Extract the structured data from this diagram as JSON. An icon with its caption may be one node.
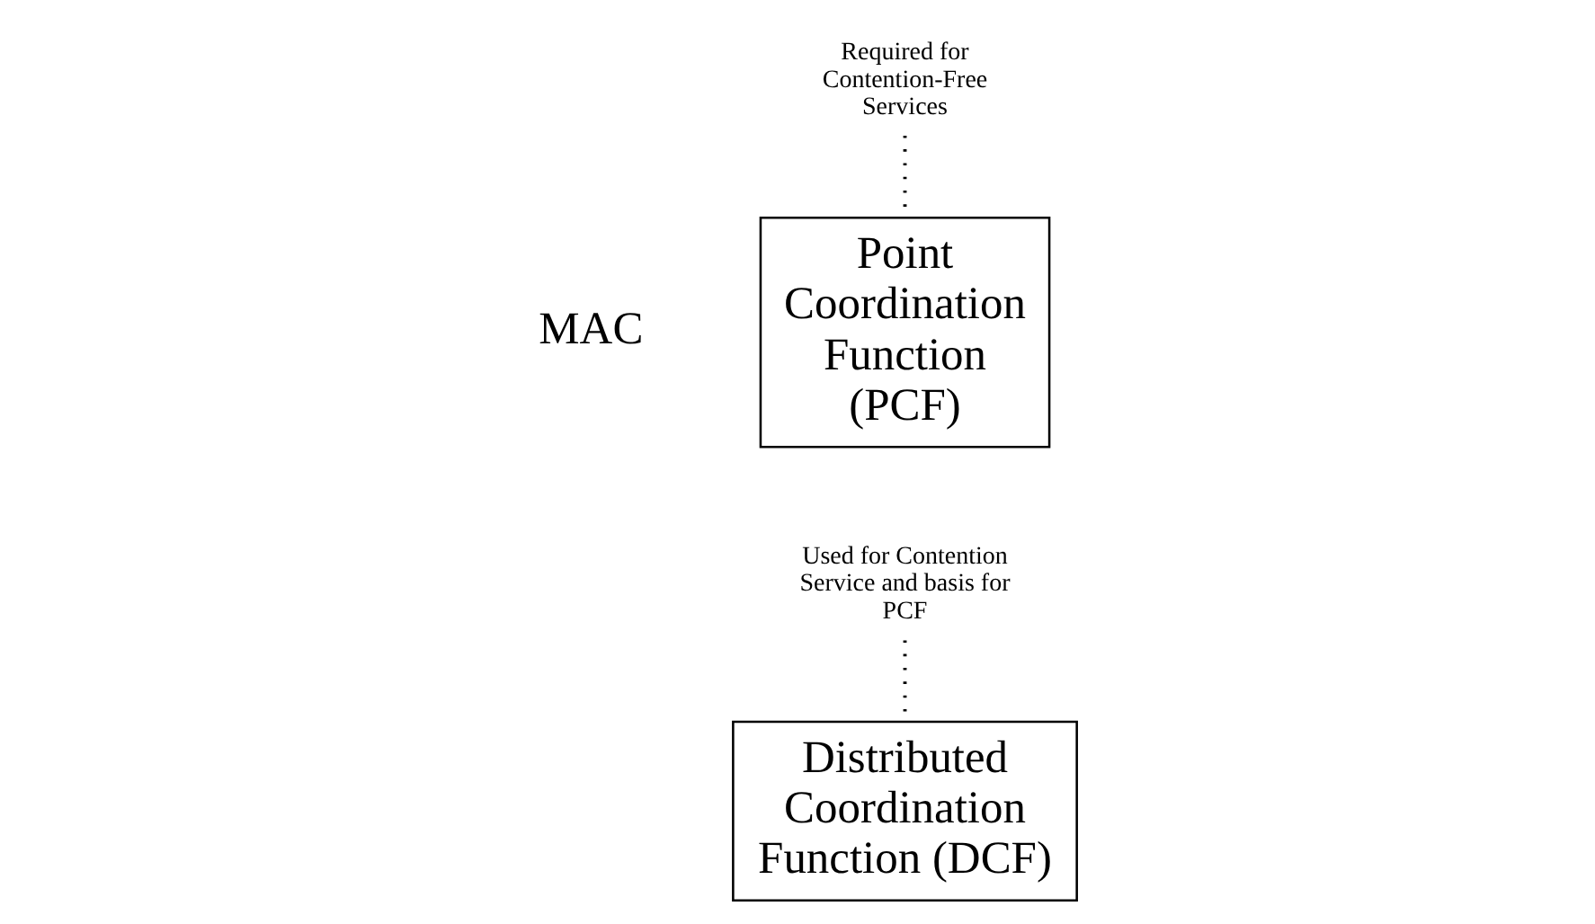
{
  "diagram": {
    "nodes": [
      {
        "text": [
          "Required for Contention-Free Services"
        ]
      },
      {
        "text": [
          "Point Coordination Function (PCF)"
        ]
      },
      {
        "text": [
          "Used for Contention Service and basis for PCF"
        ]
      },
      {
        "text": [
          "Distributed Coordination Function (DCF)"
        ]
      }
    ],
    "edges": [
      {
        "from": 0,
        "to": 1,
        "arrow": "none",
        "style": "dashed"
      },
      {
        "from": 2,
        "to": 3,
        "arrow": "none",
        "style": "dashed"
      }
    ],
    "labels": [
      "MAC"
    ]
  }
}
